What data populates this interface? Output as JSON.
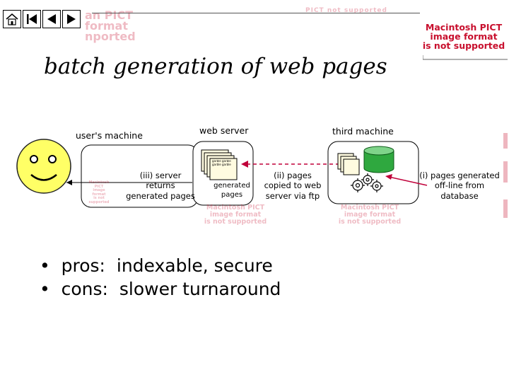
{
  "title": "batch generation of web pages",
  "pict_notice": {
    "line1": "Macintosh PICT",
    "line2": "image format",
    "line3": "is not supported"
  },
  "ghost_top_text": "an PICT format nported",
  "ghost_strip_text": "PICT not supported",
  "nodes": {
    "users_machine": "user's machine",
    "web_server": "web server",
    "third_machine": "third machine"
  },
  "captions": {
    "server_returns": "(iii) server returns generated pages",
    "generated_pages": "generated pages",
    "pages_copied": "(ii) pages copied to web server via ftp",
    "pages_generated": "(i) pages generated off-line from database"
  },
  "page_stack_text": "garble garble garble garble",
  "bullets": [
    "•  pros:  indexable, secure",
    "•  cons:  slower turnaround"
  ],
  "colors": {
    "pict_red": "#c8102e",
    "smiley": "#ffff66",
    "db_green": "#2fa83f",
    "arrow_red": "#c0003a",
    "page": "#fffbe0"
  }
}
